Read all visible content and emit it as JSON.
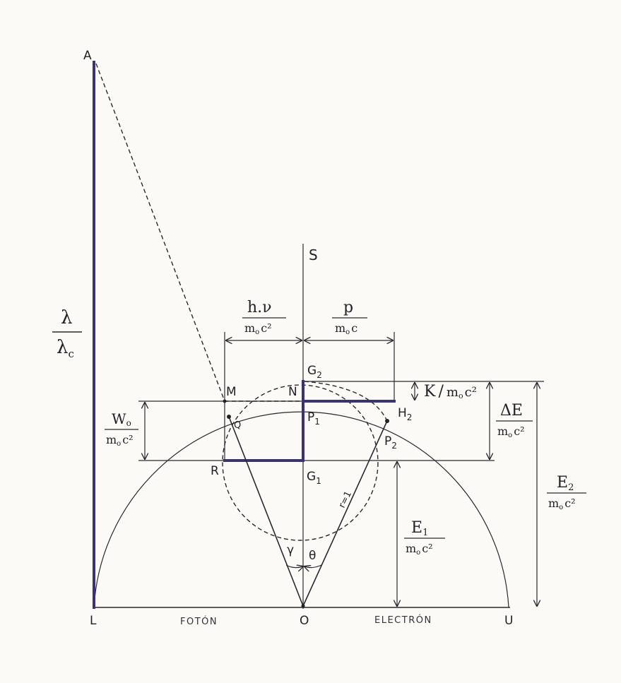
{
  "points": {
    "A": "A",
    "S": "S",
    "M": "M",
    "N": "N",
    "Q": "Q",
    "P1": "P",
    "P1_sub": "1",
    "G2": "G",
    "G2_sub": "2",
    "H2": "H",
    "H2_sub": "2",
    "P2": "P",
    "P2_sub": "2",
    "R": "R",
    "G1": "G",
    "G1_sub": "1",
    "L": "L",
    "O": "O",
    "U": "U"
  },
  "axis": {
    "left_label": "FOTÓN",
    "right_label": "ELECTRÓN"
  },
  "angles": {
    "gamma": "γ",
    "theta": "θ"
  },
  "radius_label": "r=1",
  "fractions": {
    "lambda": {
      "num": "λ",
      "den": "λ",
      "den_sub": "c"
    },
    "hv": {
      "num": "h.ν",
      "den": "m",
      "den_sub": "o",
      "den_rest": "c²"
    },
    "p": {
      "num": "p",
      "den": "m",
      "den_sub": "o",
      "den_rest": "c"
    },
    "K": {
      "num": "K",
      "slash": "/",
      "den": "m",
      "den_sub": "o",
      "den_rest": "c²"
    },
    "dE": {
      "num": "ΔE",
      "den": "m",
      "den_sub": "o",
      "den_rest": "c²"
    },
    "W": {
      "num": "W",
      "num_sub": "o",
      "den": "m",
      "den_sub": "o",
      "den_rest": "c²"
    },
    "E1": {
      "num": "E",
      "num_sub": "1",
      "den": "m",
      "den_sub": "o",
      "den_rest": "c²"
    },
    "E2": {
      "num": "E",
      "num_sub": "2",
      "den": "m",
      "den_sub": "o",
      "den_rest": "c²"
    }
  },
  "colors": {
    "ink": "#2a2a2a",
    "bold_line": "#3a3370",
    "paper": "#fbfaf7"
  }
}
